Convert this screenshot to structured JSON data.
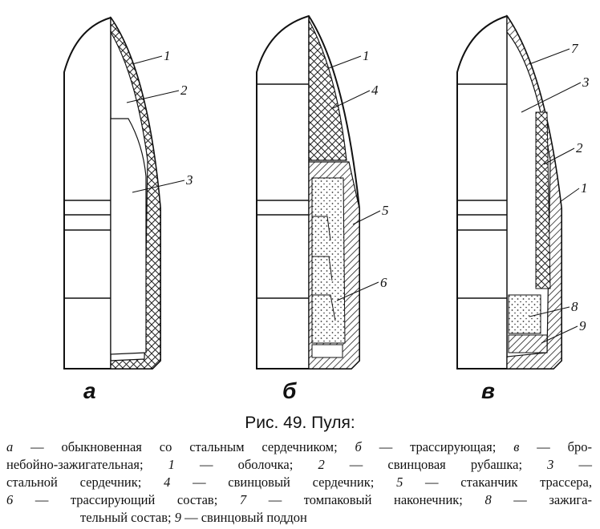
{
  "figure": {
    "bullets": [
      {
        "letter": "а",
        "callouts": [
          "1",
          "2",
          "3"
        ]
      },
      {
        "letter": "б",
        "callouts": [
          "1",
          "4",
          "5",
          "6"
        ]
      },
      {
        "letter": "в",
        "callouts": [
          "7",
          "3",
          "2",
          "1",
          "8",
          "9"
        ]
      }
    ]
  },
  "caption": {
    "title": "Рис. 49. Пуля:",
    "line1": [
      {
        "t": "а",
        "i": true
      },
      {
        "t": " — обыкновенная со стальным сердечником; "
      },
      {
        "t": "б",
        "i": true
      },
      {
        "t": " — трассирующая; "
      },
      {
        "t": "в",
        "i": true
      },
      {
        "t": " — бро-"
      }
    ],
    "line2": [
      {
        "t": "небойно-зажигательная; "
      },
      {
        "t": "1",
        "i": true
      },
      {
        "t": " — оболочка; "
      },
      {
        "t": "2",
        "i": true
      },
      {
        "t": " — свинцовая рубашка; "
      },
      {
        "t": "3",
        "i": true
      },
      {
        "t": " —"
      }
    ],
    "line3": [
      {
        "t": "стальной сердечник; "
      },
      {
        "t": "4",
        "i": true
      },
      {
        "t": " — свинцовый сердечник; "
      },
      {
        "t": "5",
        "i": true
      },
      {
        "t": " — стаканчик трассера,"
      }
    ],
    "line4": [
      {
        "t": "6",
        "i": true
      },
      {
        "t": " — трассирующий состав; "
      },
      {
        "t": "7",
        "i": true
      },
      {
        "t": " — томпаковый наконечник; "
      },
      {
        "t": "8",
        "i": true
      },
      {
        "t": " — зажига-"
      }
    ],
    "line5": [
      {
        "t": "тельный состав; "
      },
      {
        "t": "9",
        "i": true
      },
      {
        "t": " — свинцовый поддон"
      }
    ]
  }
}
